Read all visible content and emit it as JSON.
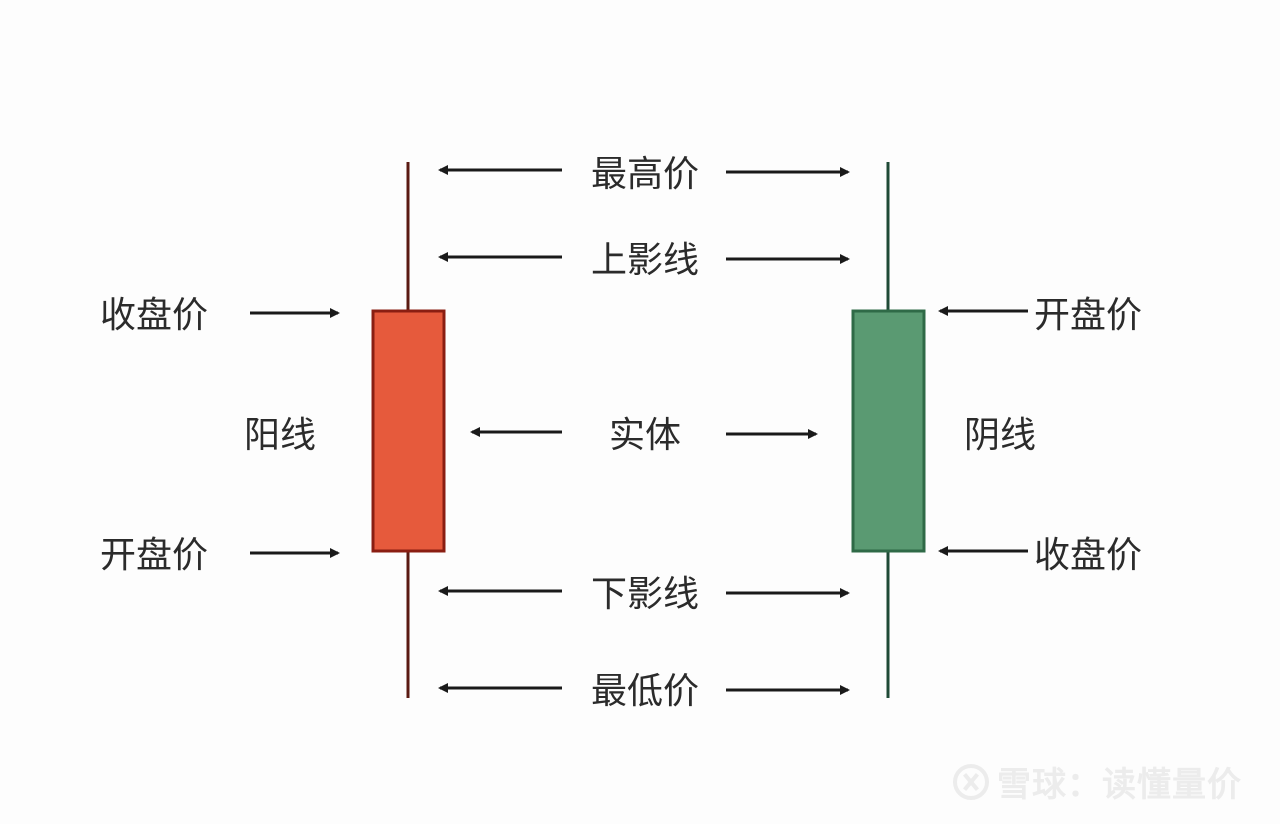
{
  "labels": {
    "highest_price": "最高价",
    "upper_shadow": "上影线",
    "body": "实体",
    "lower_shadow": "下影线",
    "lowest_price": "最低价",
    "yang_line": "阳线",
    "yin_line": "阴线",
    "yang_close": "收盘价",
    "yang_open": "开盘价",
    "yin_open": "开盘价",
    "yin_close": "收盘价"
  },
  "colors": {
    "yang_body_fill": "#e65a3c",
    "yang_body_stroke": "#8a1e12",
    "yang_wick": "#5a1a12",
    "yin_body_fill": "#5a9a72",
    "yin_body_stroke": "#2f6a47",
    "yin_wick": "#1f4a36",
    "arrow": "#1a1a1a",
    "text": "#2b2b2b"
  },
  "watermark": {
    "text": "雪球：读懂量价"
  }
}
